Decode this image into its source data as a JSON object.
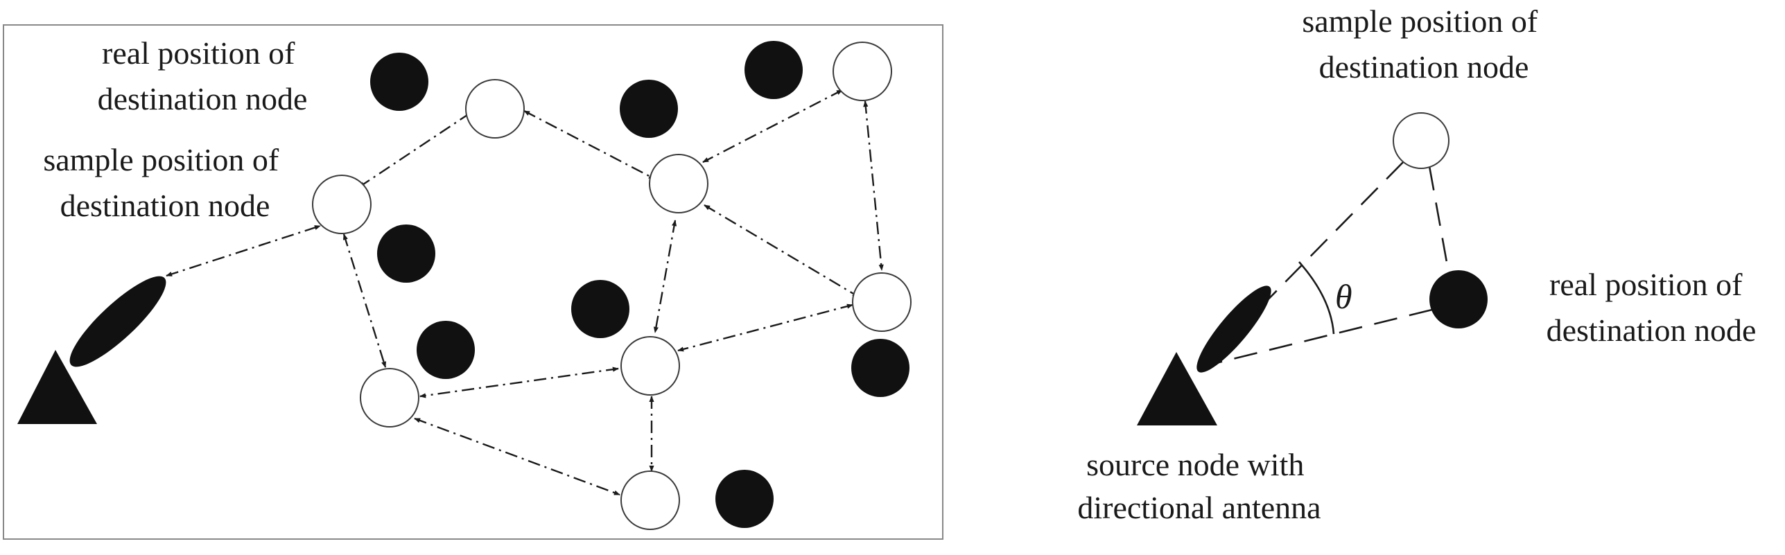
{
  "left_panel": {
    "labels": {
      "real_position": [
        "real position of",
        "destination node"
      ],
      "sample_position": [
        "sample position of",
        "destination node"
      ]
    }
  },
  "right_panel": {
    "labels": {
      "sample_position": [
        "sample position of",
        "destination node"
      ],
      "real_position": [
        "real position of",
        "destination node"
      ],
      "source_node": [
        "source node with",
        "directional antenna"
      ],
      "angle": "θ"
    }
  },
  "colors": {
    "node_fill": "#111111",
    "sample_fill": "#ffffff",
    "line": "#1a1a1a",
    "frame": "#888888"
  },
  "icons": [
    "source-triangle-icon",
    "directional-antenna-icon"
  ]
}
